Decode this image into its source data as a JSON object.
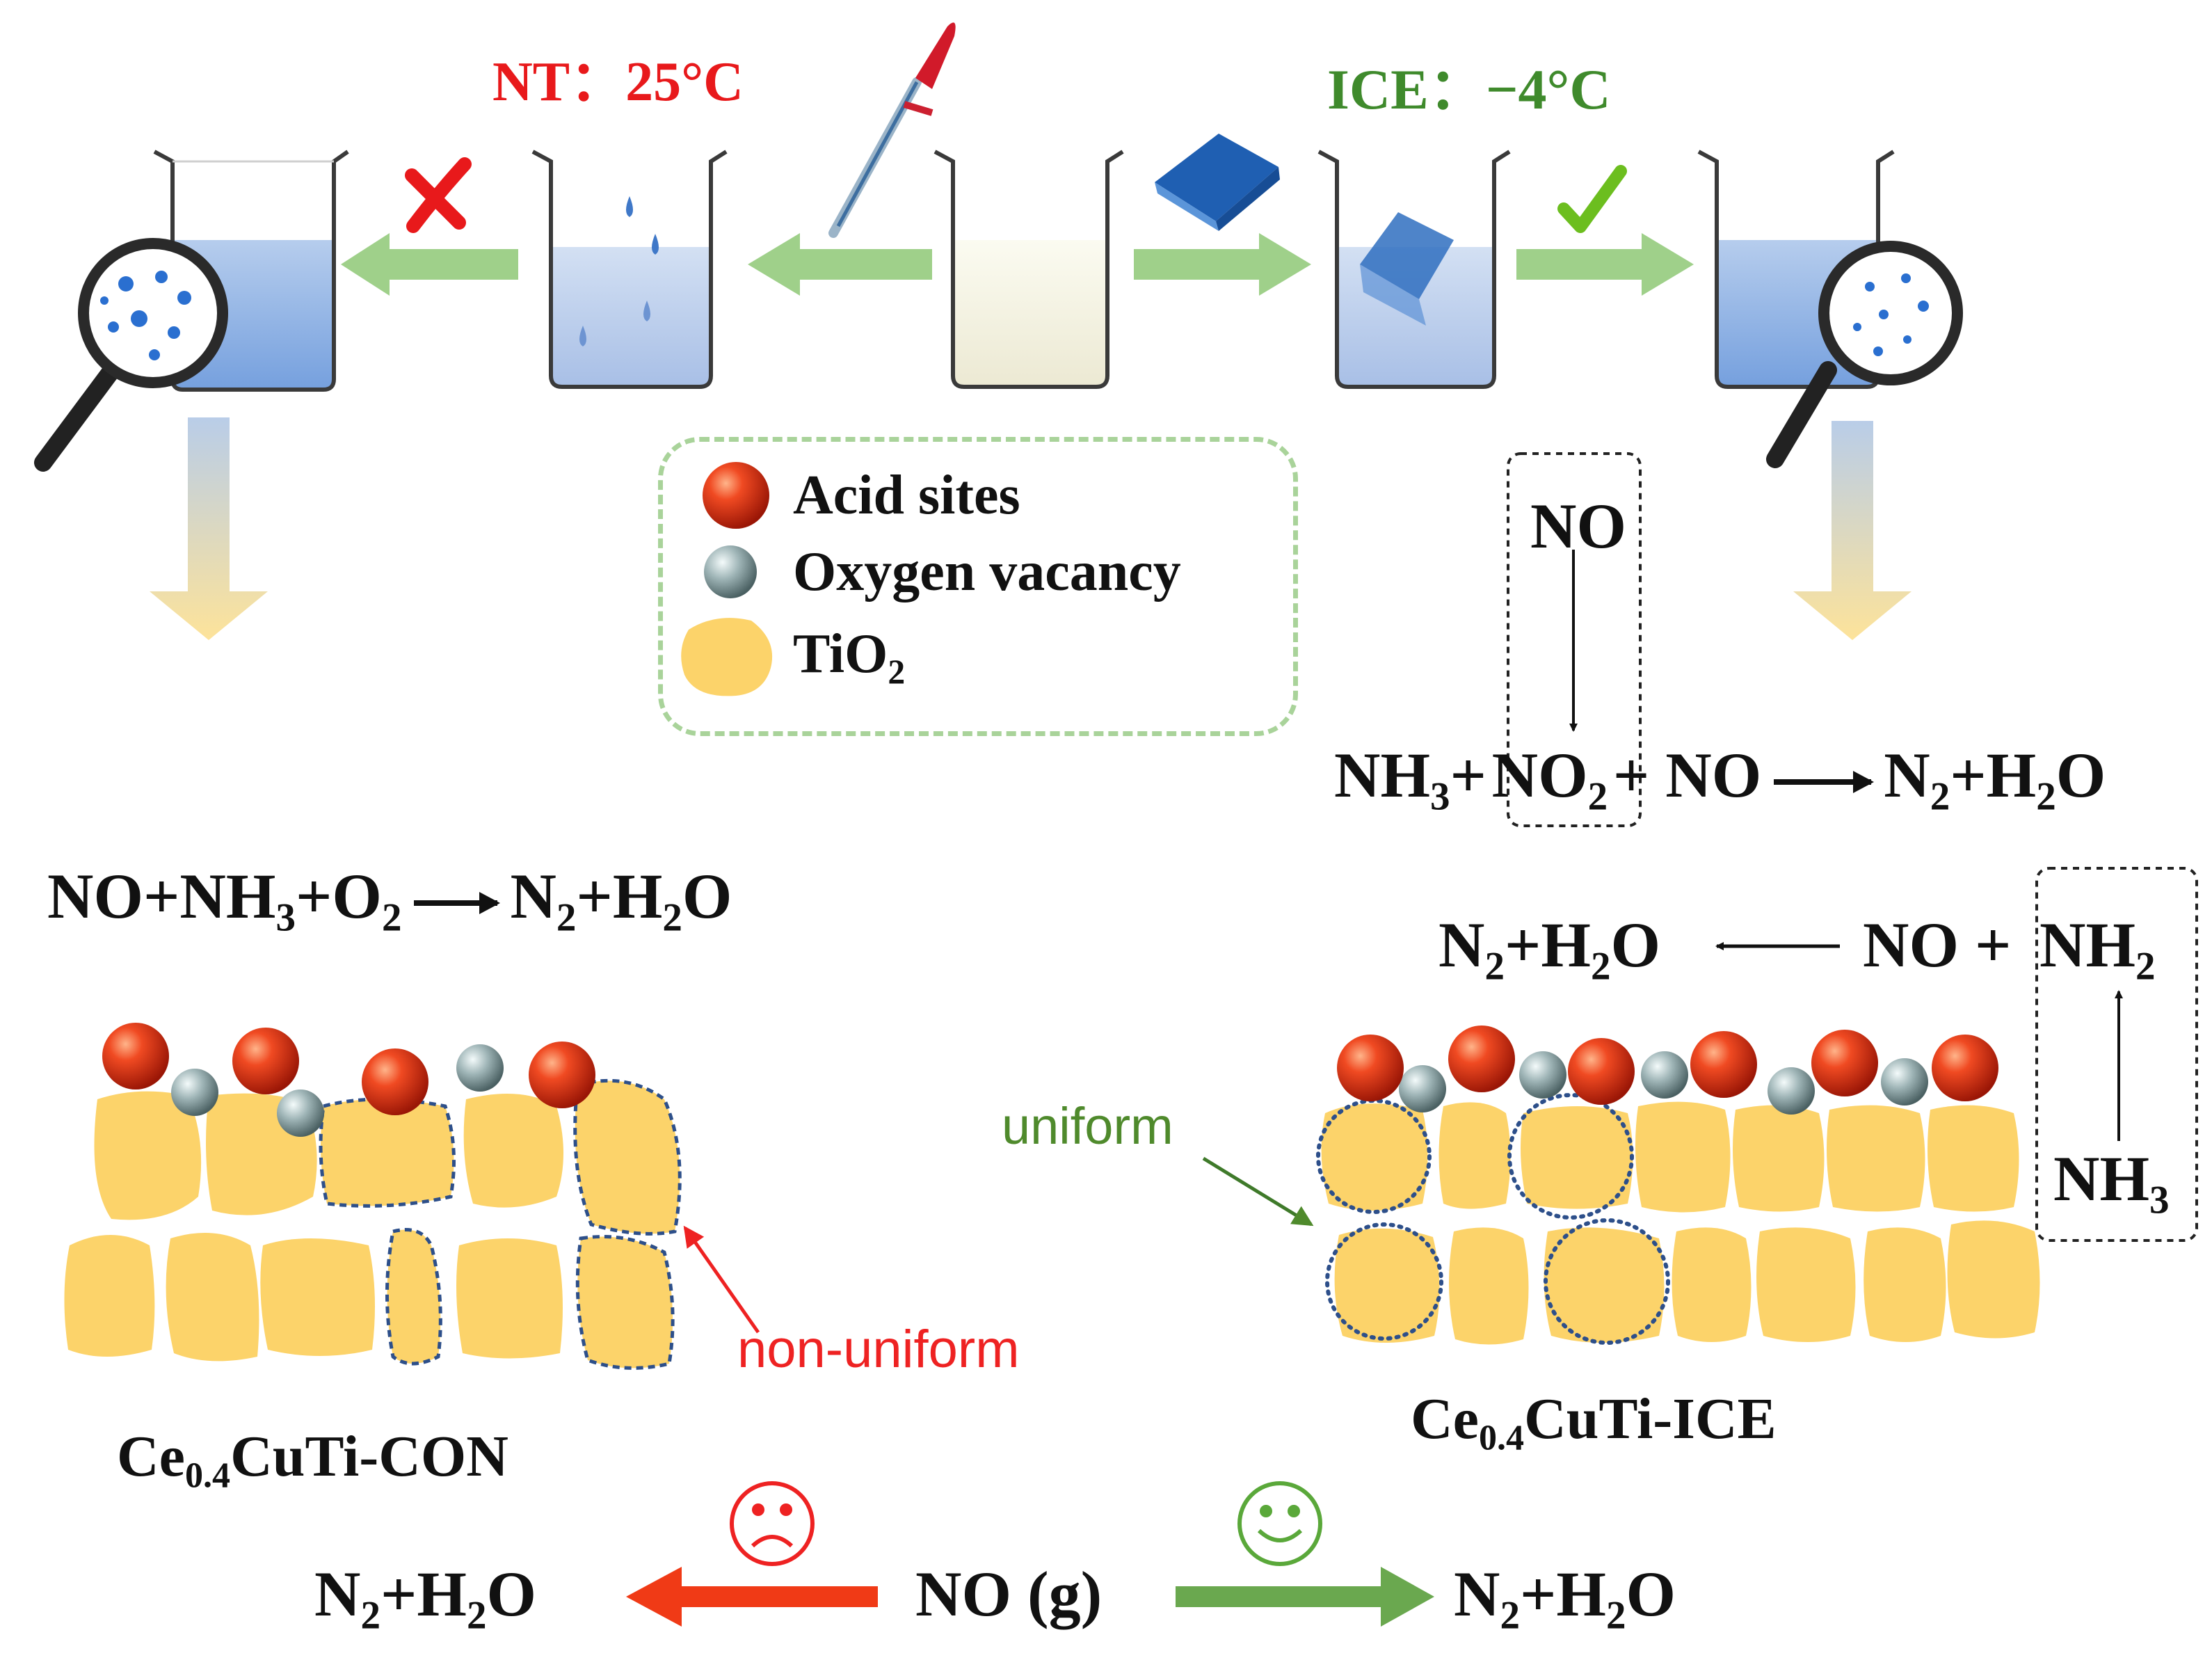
{
  "conditions": {
    "nt": "NT：25°C",
    "ice": "ICE：−4°C",
    "nt_color": "#e8191b",
    "ice_color": "#3f8a2c"
  },
  "legend": {
    "acid_sites": "Acid sites",
    "oxygen_vacancy": "Oxygen vacancy",
    "tio2": "TiO",
    "tio2_sub": "2"
  },
  "reactions": {
    "left": {
      "lhs_a": "NO+NH",
      "lhs_s1": "3",
      "lhs_b": "+O",
      "lhs_s2": "2",
      "rhs_a": "N",
      "rhs_s1": "2",
      "rhs_b": "+H",
      "rhs_s2": "2",
      "rhs_c": "O"
    },
    "right_top": {
      "no": "NO",
      "nh3_a": "NH",
      "nh3_s": "3",
      "plus1": "+",
      "no2_a": "NO",
      "no2_s": "2",
      "plus_no": "+ NO",
      "rhs_a": "N",
      "rhs_s1": "2",
      "rhs_b": "+H",
      "rhs_s2": "2",
      "rhs_c": "O"
    },
    "right_mid": {
      "lhs_a": "N",
      "lhs_s1": "2",
      "lhs_b": "+H",
      "lhs_s2": "2",
      "lhs_c": "O",
      "no_plus": "NO +",
      "nh2_a": "NH",
      "nh2_s": "2",
      "nh3_a": "NH",
      "nh3_s": "3"
    },
    "bottom": {
      "center": "NO (g)",
      "left_a": "N",
      "left_s1": "2",
      "left_b": "+H",
      "left_s2": "2",
      "left_c": "O",
      "right_a": "N",
      "right_s1": "2",
      "right_b": "+H",
      "right_s2": "2",
      "right_c": "O"
    }
  },
  "labels": {
    "uniform": "uniform",
    "non_uniform": "non-uniform",
    "con_a": "Ce",
    "con_s": "0.4",
    "con_b": "CuTi-CON",
    "ice_a": "Ce",
    "ice_s": "0.4",
    "ice_b": "CuTi-ICE"
  },
  "colors": {
    "acid_site": "#e0321a",
    "oxygen_vacancy": "#9fb3b5",
    "tio2": "#fcd36a",
    "solution": "#8fb3e0",
    "process_arrow": "#9fd08a",
    "bad_arrow": "#f03a16",
    "good_arrow": "#6aa84f",
    "uniform_text": "#4f8a2c",
    "non_uniform_text": "#ee2222"
  }
}
